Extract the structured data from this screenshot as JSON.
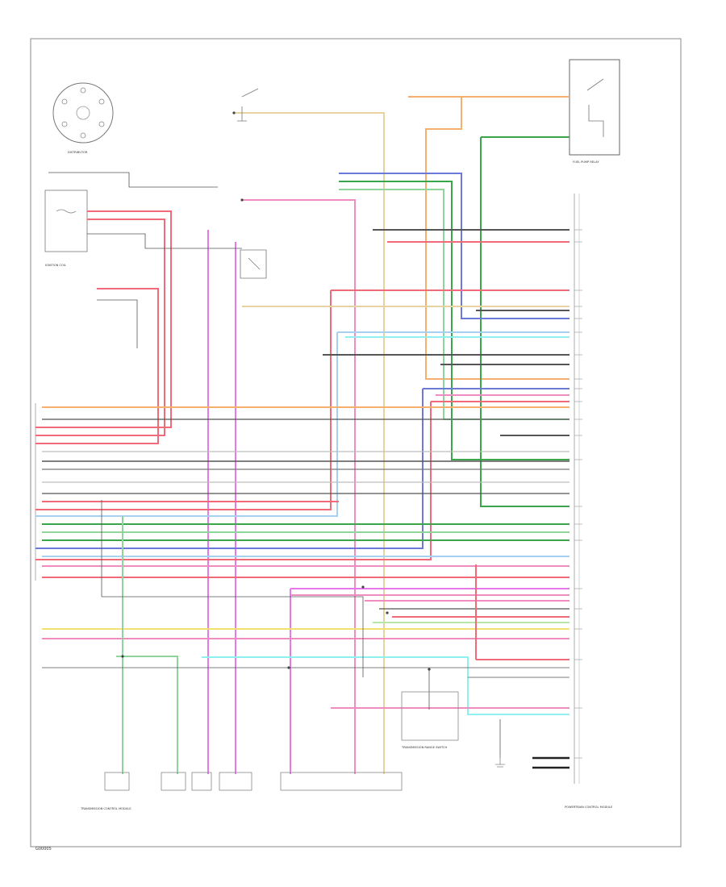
{
  "diagram": {
    "footer_code": "G00005",
    "components": {
      "distributor": "DISTRIBUTOR",
      "fuel_pump_relay": "FUEL PUMP RELAY",
      "ignition_coil": "IGNITION COIL",
      "pcm": "POWERTRAIN CONTROL MODULE",
      "transmission_range_switch": "TRANSMISSION RANGE SWITCH",
      "tcm": "TRANSMISSION CONTROL MODULE"
    },
    "colors": {
      "red": "#f06a7a",
      "pink": "#f08cc0",
      "magenta": "#e877e8",
      "orange": "#f5b070",
      "tan": "#e8d2a0",
      "yellow": "#f2e070",
      "green": "#8fd49a",
      "dark_green": "#3aa54a",
      "light_green": "#b8e6a8",
      "blue": "#6b79d8",
      "light_blue": "#a8d0f0",
      "cyan": "#8ff0f0",
      "gray": "#555555",
      "light_gray": "#bdbdbd",
      "black": "#222222"
    }
  }
}
